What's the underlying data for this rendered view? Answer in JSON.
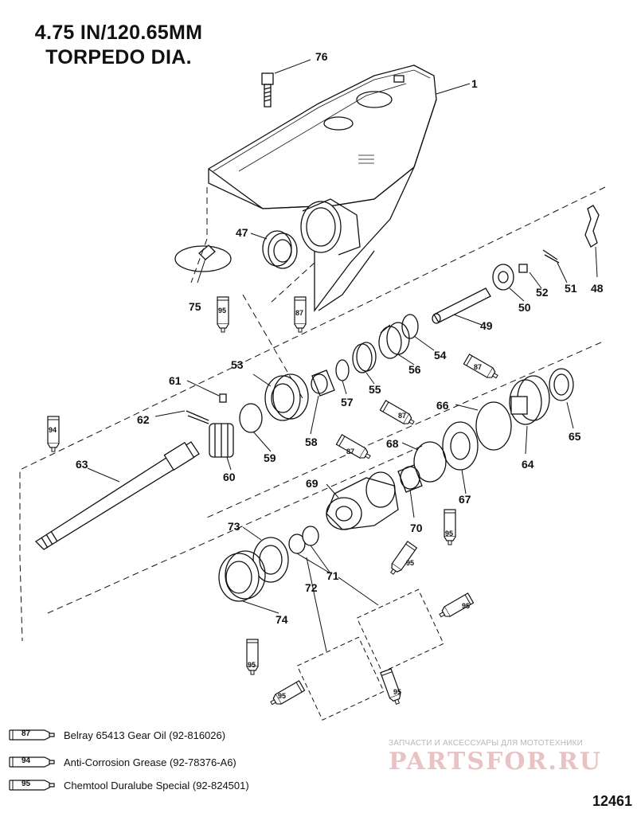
{
  "title": {
    "line1": "4.75 IN/120.65MM",
    "line2": "TORPEDO DIA."
  },
  "part_labels": [
    "1",
    "76",
    "47",
    "75",
    "95",
    "87",
    "53",
    "61",
    "62",
    "63",
    "94",
    "60",
    "59",
    "58",
    "57",
    "55",
    "56",
    "54",
    "49",
    "50",
    "52",
    "51",
    "48",
    "66",
    "87",
    "65",
    "64",
    "68",
    "67",
    "70",
    "69",
    "73",
    "74",
    "71",
    "72"
  ],
  "labels": {
    "p1": "1",
    "p76": "76",
    "p47": "47",
    "p75": "75",
    "p53": "53",
    "p61": "61",
    "p62": "62",
    "p63": "63",
    "p60": "60",
    "p59": "59",
    "p58": "58",
    "p57": "57",
    "p55": "55",
    "p56": "56",
    "p54": "54",
    "p49": "49",
    "p50": "50",
    "p52": "52",
    "p51": "51",
    "p48": "48",
    "p66": "66",
    "p65": "65",
    "p64": "64",
    "p68": "68",
    "p67": "67",
    "p70": "70",
    "p69": "69",
    "p73": "73",
    "p74": "74",
    "p71": "71",
    "p72": "72"
  },
  "tubes": {
    "t95a": "95",
    "t87a": "87",
    "t94": "94",
    "t87b": "87",
    "t87c": "87",
    "t87d": "87",
    "t95b": "95",
    "t95c": "95",
    "t95d": "95",
    "t95e": "95",
    "t95f": "95",
    "t95g": "95"
  },
  "legend": [
    {
      "code": "87",
      "text": "Belray 65413 Gear Oil (92-816026)"
    },
    {
      "code": "94",
      "text": "Anti-Corrosion Grease (92-78376-A6)"
    },
    {
      "code": "95",
      "text": "Chemtool Duralube Special (92-824501)"
    }
  ],
  "watermark": {
    "tagline": "ЗАПЧАСТИ И АКСЕССУАРЫ ДЛЯ МОТОТЕХНИКИ",
    "brand": "PARTSFOR.RU"
  },
  "reference_id": "12461"
}
